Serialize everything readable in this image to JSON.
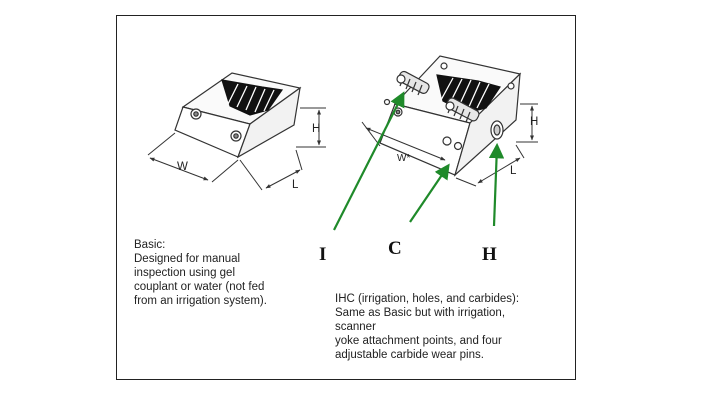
{
  "dimensions": {
    "W": "W",
    "H": "H",
    "L": "L",
    "Wstar": "W*",
    "H2": "H",
    "L2": "L"
  },
  "callouts": {
    "I": "I",
    "C": "C",
    "H": "H"
  },
  "basic": {
    "title": "Basic:",
    "lines": [
      "Designed for manual",
      "inspection using gel",
      "couplant or water (not fed",
      "from an irrigation system)."
    ]
  },
  "ihc": {
    "lines": [
      "IHC (irrigation, holes, and carbides):",
      "Same as Basic but with irrigation,",
      "scanner",
      "yoke attachment points, and four",
      "adjustable carbide wear pins."
    ]
  },
  "colors": {
    "arrow": "#1f8a2a",
    "frame": "#222222",
    "teeth": "#111111"
  }
}
